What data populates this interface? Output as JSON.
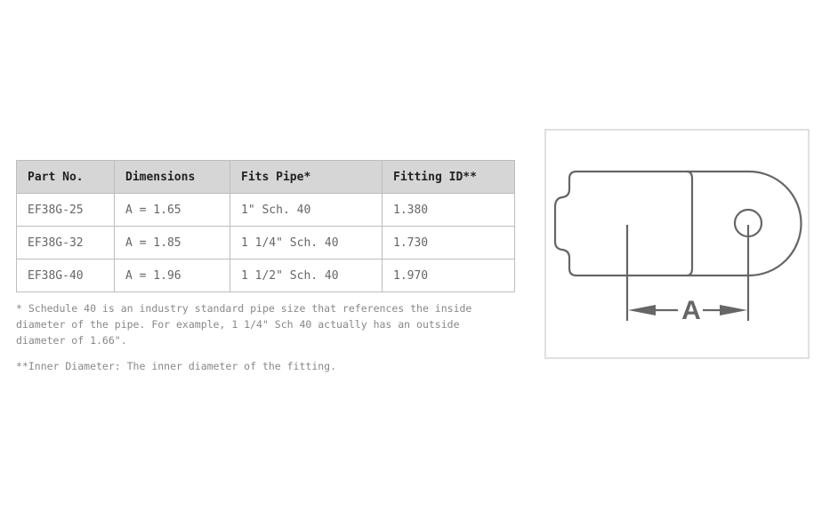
{
  "table": {
    "headers": [
      "Part No.",
      "Dimensions",
      "Fits Pipe*",
      "Fitting ID**"
    ],
    "rows": [
      [
        "EF38G-25",
        "A = 1.65",
        "1\" Sch. 40",
        "1.380"
      ],
      [
        "EF38G-32",
        "A = 1.85",
        "1 1/4\" Sch. 40",
        "1.730"
      ],
      [
        "EF38G-40",
        "A = 1.96",
        "1 1/2\" Sch. 40",
        "1.970"
      ]
    ]
  },
  "notes": {
    "schedule": "* Schedule 40 is an industry standard pipe size that references the inside diameter of the pipe. For example, 1 1/4\" Sch 40 actually has an outside diameter of 1.66\".",
    "inner_diameter": "**Inner Diameter: The inner diameter of the fitting."
  },
  "figure": {
    "dimension_label": "A"
  }
}
